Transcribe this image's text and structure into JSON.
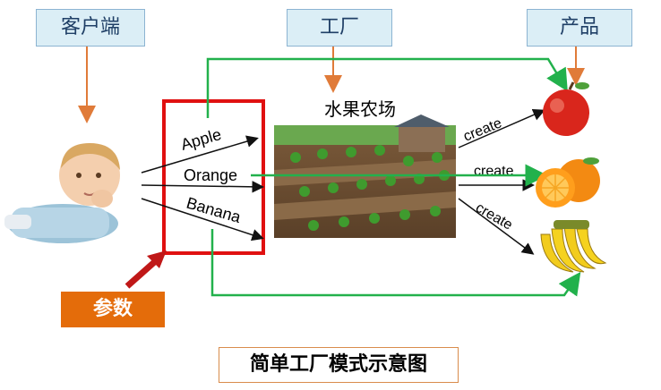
{
  "labels": {
    "client": "客户端",
    "factory": "工厂",
    "product": "产品",
    "params": "参数",
    "farm": "水果农场"
  },
  "params_list": [
    "Apple",
    "Orange",
    "Banana"
  ],
  "create_labels": [
    "create",
    "create",
    "create"
  ],
  "caption": "简单工厂模式示意图",
  "colors": {
    "label_bg": "#dbeef6",
    "orange_arrow": "#e07b39",
    "green_flow": "#22b14c",
    "red_box": "#e01010",
    "param_bg": "#e46c0a"
  }
}
